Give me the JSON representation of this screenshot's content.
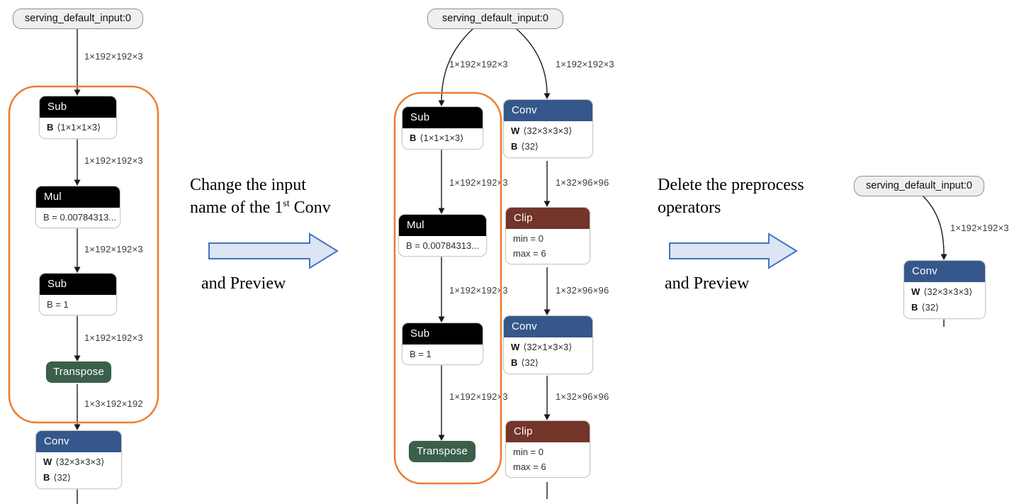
{
  "palette": {
    "node_black": "#000000",
    "node_conv_blue": "#35578b",
    "node_clip_maroon": "#73342a",
    "node_transpose_green": "#3a5f4a",
    "highlight_orange": "#ed7d31",
    "block_arrow_fill": "#dbe5f3",
    "block_arrow_border": "#4472c4",
    "edge_black": "#1a1a1a",
    "io_node_gray": "#efefef"
  },
  "annotations": [
    {
      "line1": "Change the input",
      "line2_pre": "name of the 1",
      "line2_sup": "st",
      "line2_post": " Conv",
      "line3": "and Preview"
    },
    {
      "line1": "Delete the preprocess",
      "line2": "operators",
      "line3": "and Preview"
    }
  ],
  "graphs": {
    "left": {
      "input_label": "serving_default_input:0",
      "nodes": [
        {
          "title": "Sub",
          "attrs": [
            {
              "key": "B",
              "value": "⟨1×1×1×3⟩"
            }
          ]
        },
        {
          "title": "Mul",
          "attrs": [
            {
              "key": "",
              "value": "B = 0.00784313..."
            }
          ]
        },
        {
          "title": "Sub",
          "attrs": [
            {
              "key": "",
              "value": "B = 1"
            }
          ]
        },
        {
          "title": "Transpose",
          "attrs": []
        },
        {
          "title": "Conv",
          "attrs": [
            {
              "key": "W",
              "value": "⟨32×3×3×3⟩"
            },
            {
              "key": "B",
              "value": "⟨32⟩"
            }
          ]
        }
      ],
      "edge_labels": [
        "1×192×192×3",
        "1×192×192×3",
        "1×192×192×3",
        "1×192×192×3",
        "1×3×192×192"
      ]
    },
    "middle": {
      "input_label": "serving_default_input:0",
      "left_branch_nodes": [
        {
          "title": "Sub",
          "attrs": [
            {
              "key": "B",
              "value": "⟨1×1×1×3⟩"
            }
          ]
        },
        {
          "title": "Mul",
          "attrs": [
            {
              "key": "",
              "value": "B = 0.00784313..."
            }
          ]
        },
        {
          "title": "Sub",
          "attrs": [
            {
              "key": "",
              "value": "B = 1"
            }
          ]
        },
        {
          "title": "Transpose",
          "attrs": []
        }
      ],
      "left_edge_labels": [
        "1×192×192×3",
        "1×192×192×3",
        "1×192×192×3",
        "1×192×192×3"
      ],
      "right_branch_nodes": [
        {
          "title": "Conv",
          "attrs": [
            {
              "key": "W",
              "value": "⟨32×3×3×3⟩"
            },
            {
              "key": "B",
              "value": "⟨32⟩"
            }
          ]
        },
        {
          "title": "Clip",
          "attrs": [
            {
              "key": "",
              "value": "min = 0"
            },
            {
              "key": "",
              "value": "max = 6"
            }
          ]
        },
        {
          "title": "Conv",
          "attrs": [
            {
              "key": "W",
              "value": "⟨32×1×3×3⟩"
            },
            {
              "key": "B",
              "value": "⟨32⟩"
            }
          ]
        },
        {
          "title": "Clip",
          "attrs": [
            {
              "key": "",
              "value": "min = 0"
            },
            {
              "key": "",
              "value": "max = 6"
            }
          ]
        }
      ],
      "right_edge_labels": [
        "1×192×192×3",
        "1×32×96×96",
        "1×32×96×96",
        "1×32×96×96"
      ]
    },
    "right": {
      "input_label": "serving_default_input:0",
      "nodes": [
        {
          "title": "Conv",
          "attrs": [
            {
              "key": "W",
              "value": "⟨32×3×3×3⟩"
            },
            {
              "key": "B",
              "value": "⟨32⟩"
            }
          ]
        }
      ],
      "edge_labels": [
        "1×192×192×3"
      ]
    }
  }
}
